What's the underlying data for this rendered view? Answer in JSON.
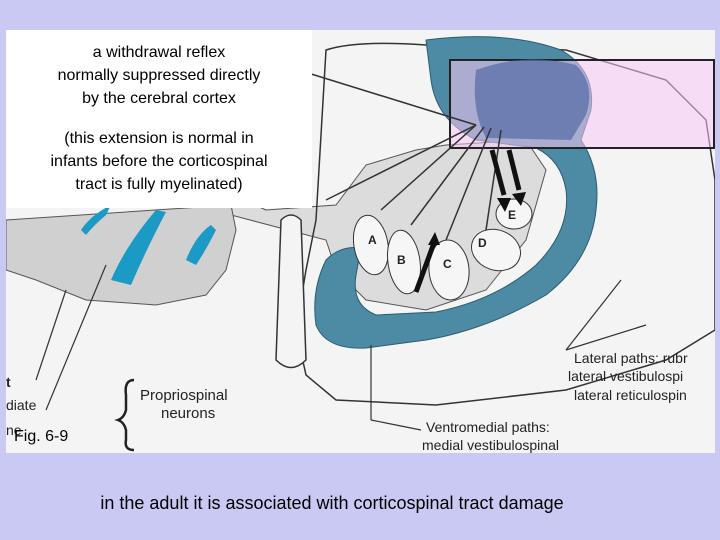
{
  "textbox": {
    "line1": "a withdrawal reflex",
    "line2": "normally suppressed directly",
    "line3": "by the cerebral cortex",
    "line4": "(this extension is normal in",
    "line5": "infants before the corticospinal",
    "line6": "tract is fully myelinated)"
  },
  "nuclei": {
    "a": "A",
    "b": "B",
    "c": "C",
    "d": "D",
    "e": "E"
  },
  "left_labels": {
    "l1": "t",
    "l2": "diate",
    "l3": "ne"
  },
  "propriospinal": {
    "line1": "Propriospinal",
    "line2": "neurons"
  },
  "lateral_paths": {
    "line1": "Lateral paths: rubr",
    "line2": "lateral vestibulospi",
    "line3": "lateral reticulospin"
  },
  "ventromedial_paths": {
    "line1": "Ventromedial paths:",
    "line2": "medial vestibulospinal"
  },
  "figure_label": "Fig. 6-9",
  "caption": "in the adult it is associated with corticospinal tract damage",
  "colors": {
    "background": "#c9c9f3",
    "tract_blue": "#4d8aa3",
    "highlight_pink": "#f9c9f6",
    "highlight_border": "#222222",
    "dendrite_cyan": "#1a9ac4"
  }
}
